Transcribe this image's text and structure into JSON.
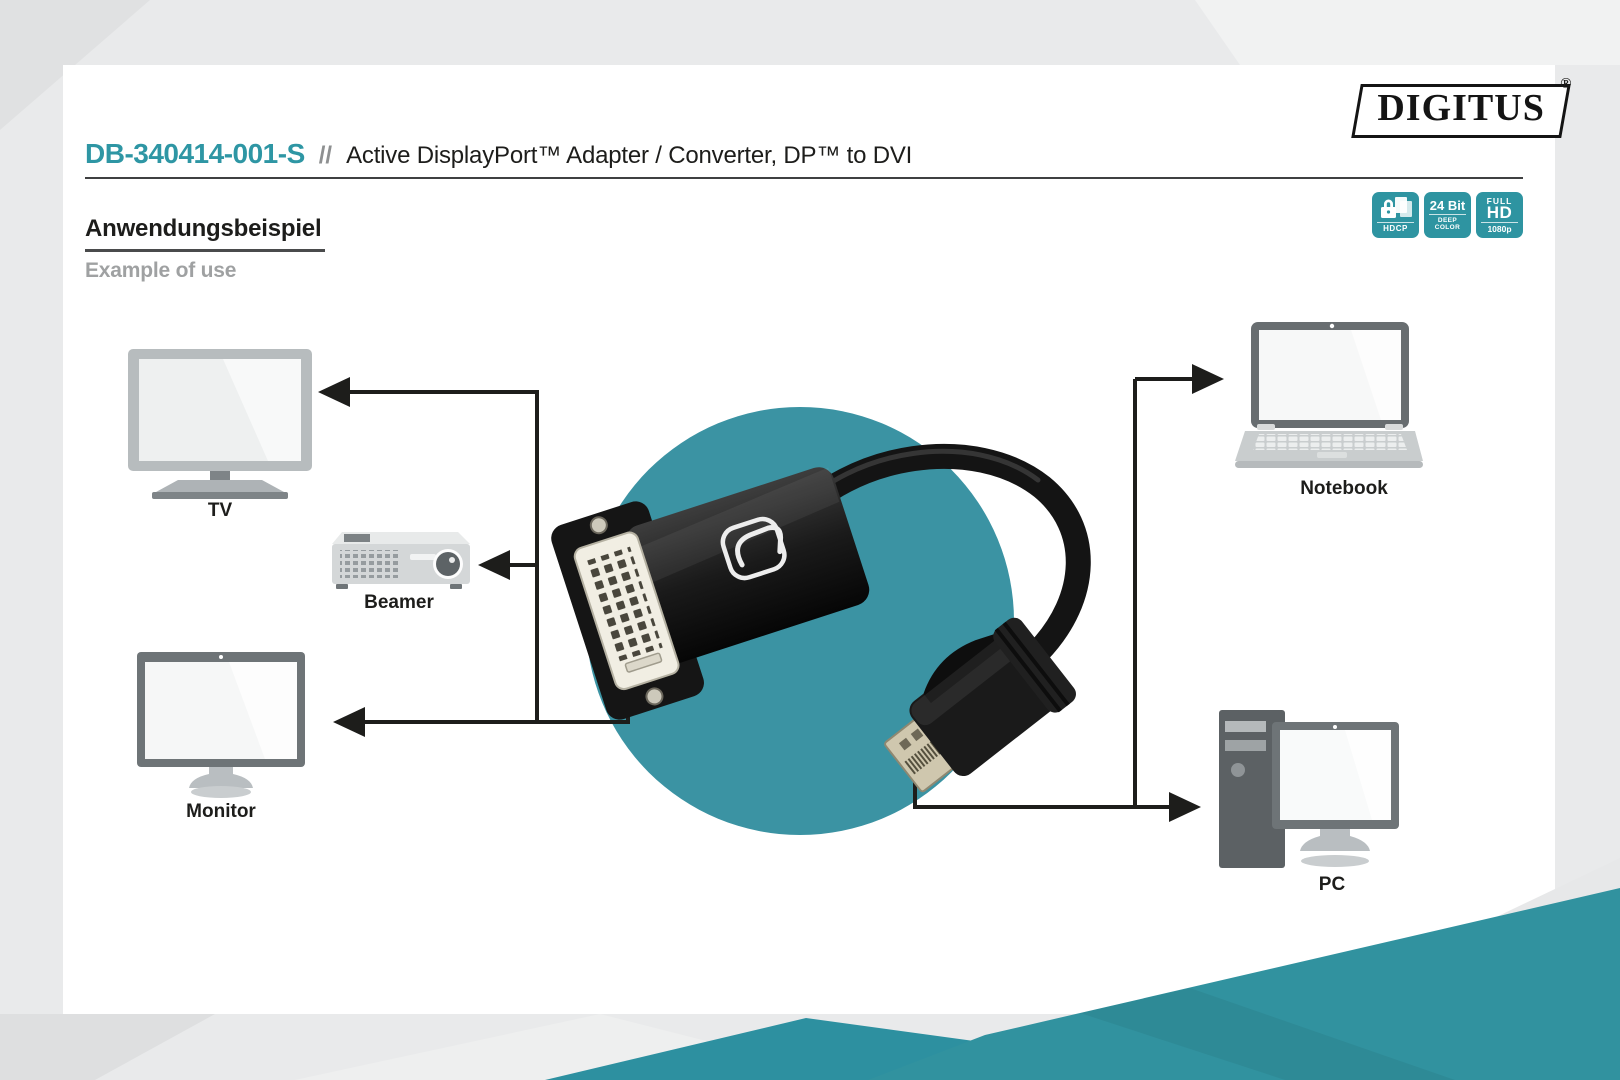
{
  "brand": {
    "name": "DIGITUS",
    "registered": "®"
  },
  "header": {
    "product_code": "DB-340414-001-S",
    "separator": "//",
    "title": "Active DisplayPort™ Adapter / Converter, DP™ to DVI"
  },
  "section": {
    "title_de": "Anwendungsbeispiel",
    "title_en": "Example of use"
  },
  "badges": {
    "hdcp": {
      "label": "HDCP"
    },
    "deep_color": {
      "value": "24 Bit",
      "sub1": "DEEP",
      "sub2": "COLOR"
    },
    "full_hd": {
      "top": "FULL",
      "main": "HD",
      "sub": "1080p"
    }
  },
  "diagram": {
    "devices": [
      {
        "id": "tv",
        "label": "TV"
      },
      {
        "id": "beamer",
        "label": "Beamer"
      },
      {
        "id": "monitor",
        "label": "Monitor"
      },
      {
        "id": "notebook",
        "label": "Notebook"
      },
      {
        "id": "pc",
        "label": "PC"
      }
    ]
  },
  "colors": {
    "accent_teal": "#2e96a4",
    "badge_teal": "#2e94a1",
    "circle_teal": "#3b93a3",
    "wedge_teal": "#31929f",
    "text_dark": "#1d1d1b",
    "text_gray": "#9fa1a2"
  }
}
